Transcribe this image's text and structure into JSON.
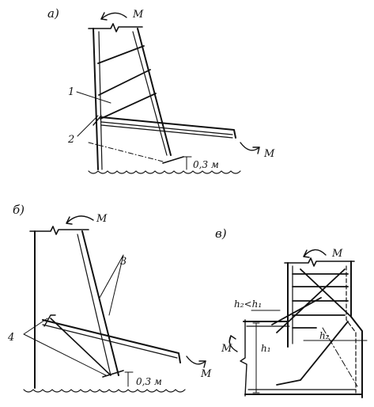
{
  "panels": {
    "a": {
      "tag": "а)",
      "moment_top": "М",
      "moment_right": "М",
      "callout_1": "1",
      "callout_2": "2",
      "dim": "0,3 м"
    },
    "b": {
      "tag": "б)",
      "moment_top": "М",
      "moment_right": "М",
      "callout_3": "3",
      "callout_4": "4",
      "dim": "0,3 м"
    },
    "v": {
      "tag": "в)",
      "moment_top": "М",
      "moment_left": "М",
      "cond": "h₂<h₁",
      "h1": "h₁",
      "h2": "h₂"
    }
  }
}
